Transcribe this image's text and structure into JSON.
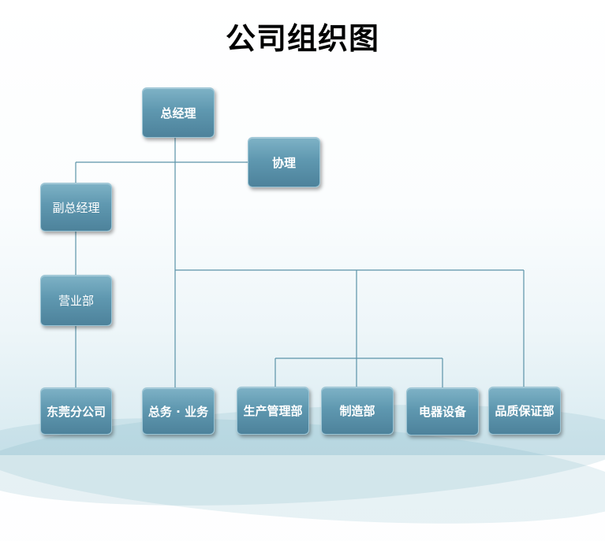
{
  "title": "公司组织图",
  "nodes": {
    "general_manager": "总经理",
    "assistant": "协理",
    "deputy_general_manager": "副总经理",
    "sales_dept": "营业部",
    "dongguan_branch": "东莞分公司",
    "general_affairs_business": "总务 · 业务",
    "production_management": "生产管理部",
    "manufacturing": "制造部",
    "electrical_equipment": "电器设备",
    "quality_assurance": "品质保证部"
  },
  "colors": {
    "box_fill": "#5f98b0",
    "connector": "#5b93a8",
    "title_text": "#000000"
  }
}
